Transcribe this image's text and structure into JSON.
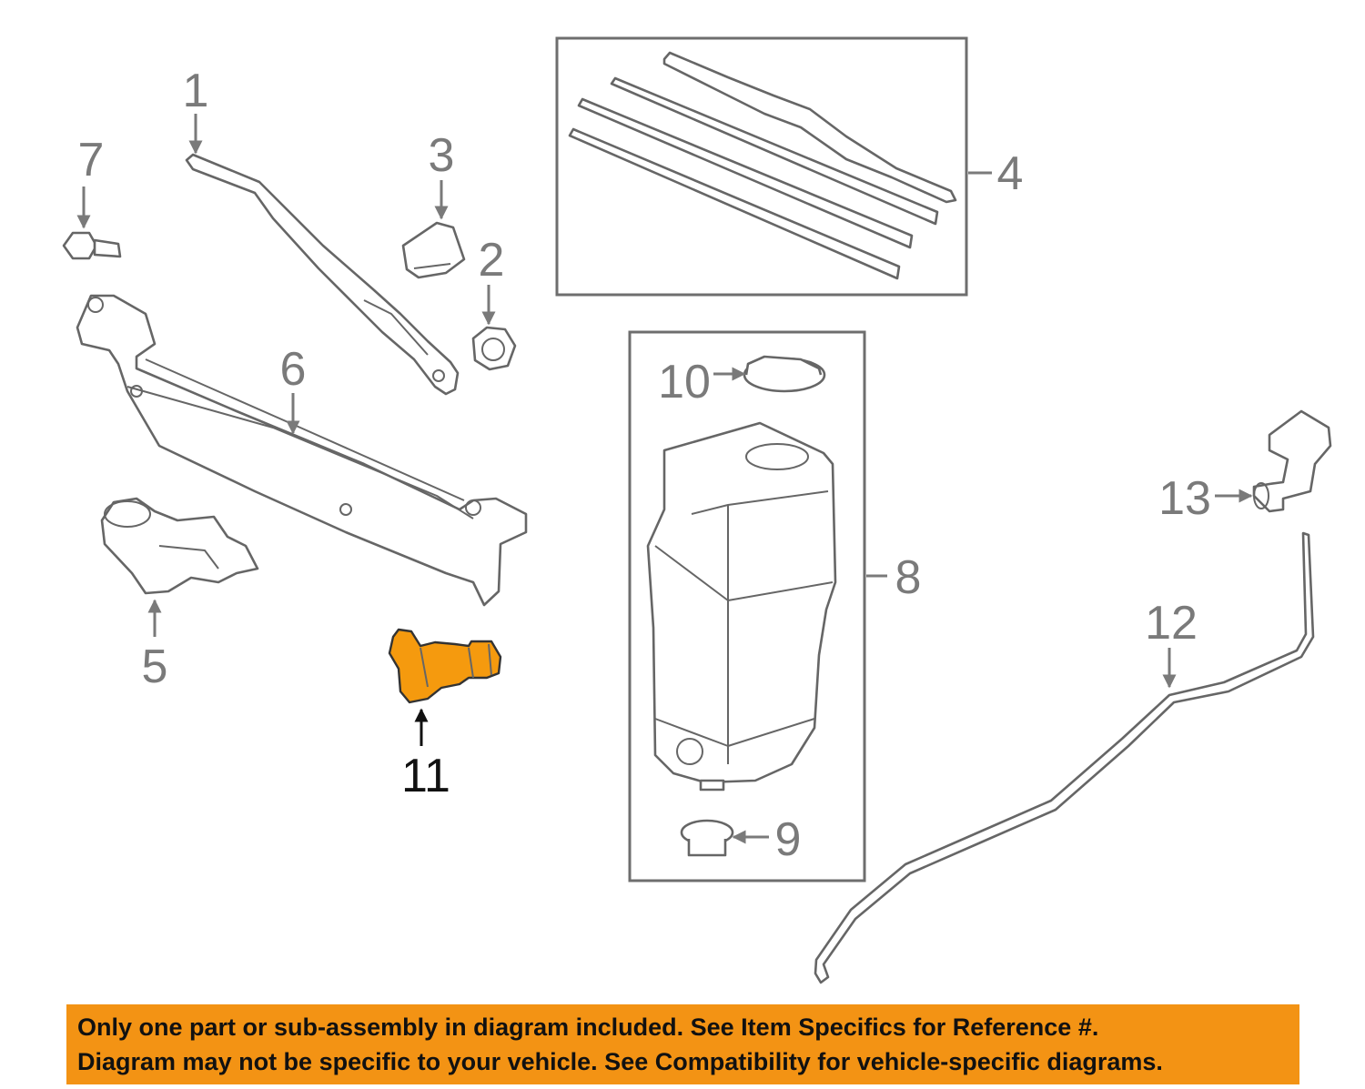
{
  "diagram": {
    "callouts": [
      "1",
      "2",
      "3",
      "4",
      "5",
      "6",
      "7",
      "8",
      "9",
      "10",
      "11",
      "12",
      "13"
    ],
    "highlighted_callout": "11",
    "colors": {
      "line": "#7a7a7a",
      "highlight": "#f59a0e",
      "banner": "#f39314"
    }
  },
  "banner": {
    "line1": "Only one part or sub-assembly in diagram included. See Item Specifics for Reference #.",
    "line2": "Diagram may not be specific to your vehicle. See Compatibility for vehicle-specific diagrams."
  }
}
